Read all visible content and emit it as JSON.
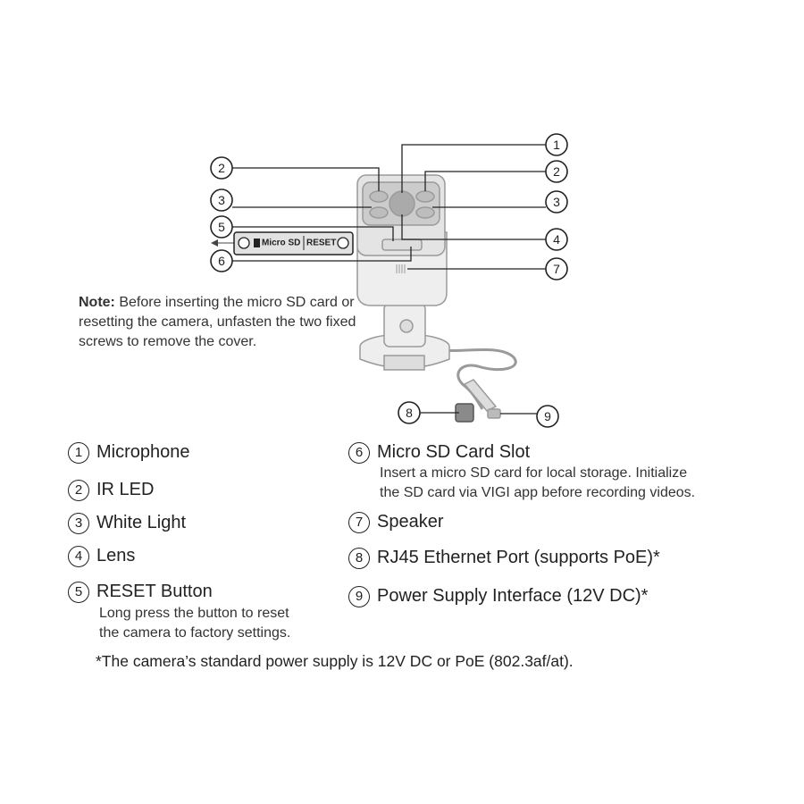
{
  "note": {
    "label": "Note:",
    "text": " Before inserting the micro SD card or resetting the camera, unfasten the two fixed screws to remove the cover."
  },
  "panel": {
    "label_sd": "Micro SD",
    "label_reset": "RESET"
  },
  "callouts": [
    "1",
    "2",
    "2",
    "3",
    "3",
    "4",
    "5",
    "6",
    "7",
    "8",
    "9"
  ],
  "legend": [
    {
      "num": "1",
      "title": "Microphone"
    },
    {
      "num": "2",
      "title": "IR LED"
    },
    {
      "num": "3",
      "title": "White Light"
    },
    {
      "num": "4",
      "title": "Lens"
    },
    {
      "num": "5",
      "title": "RESET Button",
      "desc": [
        "Long press the button to reset",
        "the camera to factory settings."
      ]
    },
    {
      "num": "6",
      "title": "Micro SD Card Slot",
      "desc": [
        "Insert a micro SD card for local storage. Initialize",
        "the SD card via VIGI app before recording videos."
      ]
    },
    {
      "num": "7",
      "title": "Speaker"
    },
    {
      "num": "8",
      "title": "RJ45 Ethernet Port (supports PoE)*"
    },
    {
      "num": "9",
      "title": "Power Supply Interface (12V DC)*"
    }
  ],
  "footnote": "*The camera’s standard power supply is 12V DC or PoE (802.3af/at).",
  "colors": {
    "line": "#222222",
    "body_fill": "#eeeeee",
    "body_stroke": "#9a9a9a",
    "dark_part": "#8a8a8a"
  }
}
